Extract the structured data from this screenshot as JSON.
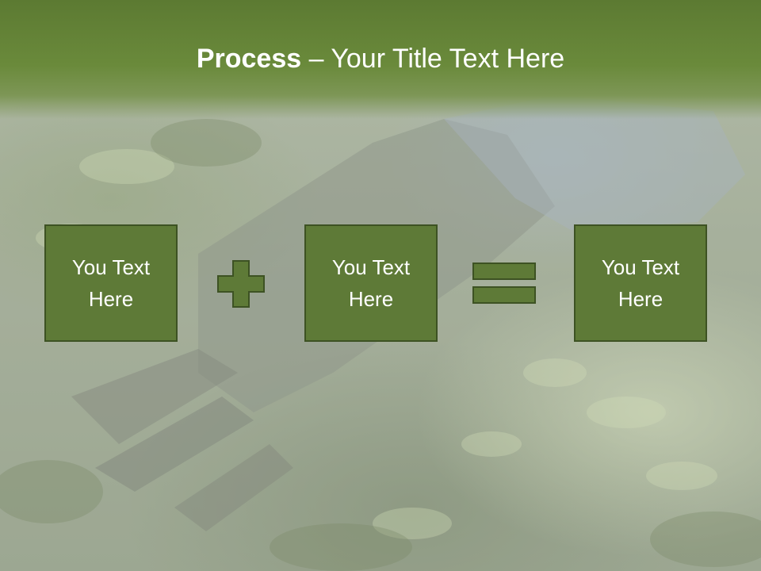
{
  "title": {
    "bold": "Process",
    "rest": " – Your Title Text Here"
  },
  "boxes": [
    {
      "line1": "You Text",
      "line2": "Here"
    },
    {
      "line1": "You Text",
      "line2": "Here"
    },
    {
      "line1": "You Text",
      "line2": "Here"
    }
  ],
  "colors": {
    "title_bar": "#5c7a32",
    "box_fill": "#5e7a37",
    "box_border": "#3d5223",
    "operator_fill": "#5e7a37"
  },
  "icons": [
    "plus-icon",
    "equals-icon"
  ]
}
